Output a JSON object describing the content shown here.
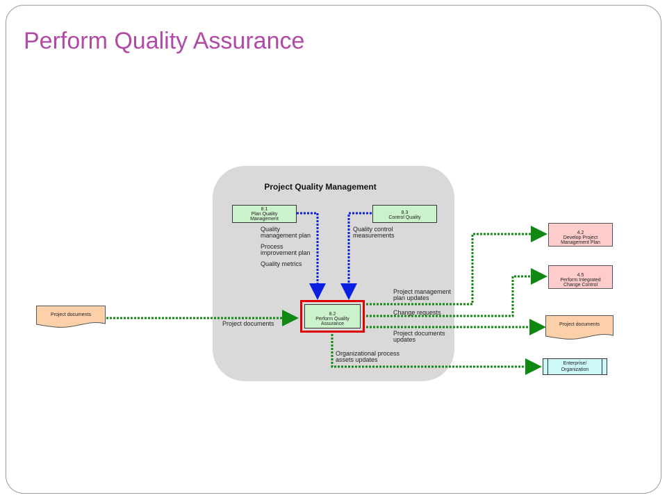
{
  "title": "Perform Quality Assurance",
  "group_title": "Project Quality Management",
  "processes": {
    "plan_quality": {
      "number": "8.1",
      "name": "Plan Quality Management"
    },
    "control_quality": {
      "number": "8.3",
      "name": "Control Quality"
    },
    "perform_qa": {
      "number": "8.2",
      "name": "Perform Quality Assurance"
    },
    "develop_pmp": {
      "number": "4.2",
      "name": "Develop Project Management Plan"
    },
    "integrated_change": {
      "number": "4.5",
      "name": "Perform Integrated Change Control"
    }
  },
  "documents": {
    "input": "Project documents",
    "output": "Project documents"
  },
  "enterprise": "Enterprise/ Organization",
  "flow_labels": {
    "qm_plan": "Quality management plan",
    "pi_plan": "Process improvement plan",
    "metrics": "Quality metrics",
    "qc_measurements": "Quality control measurements",
    "project_documents_in": "Project documents",
    "pmp_updates": "Project management plan updates",
    "change_requests": "Change requests",
    "docs_updates": "Project documents updates",
    "opa_updates": "Organizational process assets updates"
  },
  "colors": {
    "title": "#b04aa6",
    "input_flow": "#0a1fe0",
    "output_flow": "#118811",
    "highlight": "#e00000",
    "process_fill": "#ccf2cc",
    "external_fill": "#ffcccc",
    "document_fill": "#fcd0a8",
    "enterprise_fill": "#ccf8fa"
  }
}
